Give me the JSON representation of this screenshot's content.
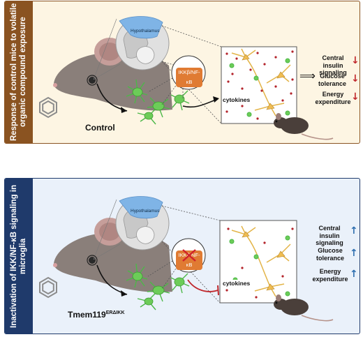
{
  "panels": [
    {
      "side_label": "Response of control mice to volatile organic compound exposure",
      "side_color": "#8a5321",
      "bg_color": "#fdf5e3",
      "border_color": "#8a5321",
      "genotype_label": "Control",
      "genotype_sup": "",
      "hypothalamus_label": "Hypothalamus",
      "pathway_label": "IKKβ/NF-κB",
      "pathway_blocked": false,
      "cytokines_label": "cytokines",
      "outcomes": [
        {
          "label": "Central insulin signaling",
          "direction": "down"
        },
        {
          "label": "Glucose tolerance",
          "direction": "down"
        },
        {
          "label": "Energy expenditure",
          "direction": "down"
        }
      ]
    },
    {
      "side_label": "Inactivation of IKK/NF-κB signaling in microglia",
      "side_color": "#1f3a6b",
      "bg_color": "#eaf1fa",
      "border_color": "#1f3a6b",
      "genotype_label": "Tmem119",
      "genotype_sup": "ERΔIKK",
      "hypothalamus_label": "Hypothalamus",
      "pathway_label": "IKKβ/NF-κB",
      "pathway_blocked": true,
      "cytokines_label": "cytokines",
      "outcomes": [
        {
          "label": "Central insulin signaling",
          "direction": "up"
        },
        {
          "label": "Glucose tolerance",
          "direction": "up"
        },
        {
          "label": "Energy expenditure",
          "direction": "up"
        }
      ]
    }
  ],
  "indicator_colors": {
    "down": "#c0282d",
    "up": "#2f6fb0"
  },
  "arrow_glyphs": {
    "down": "↓",
    "up": "↑"
  },
  "implies_glyph": "⟹"
}
